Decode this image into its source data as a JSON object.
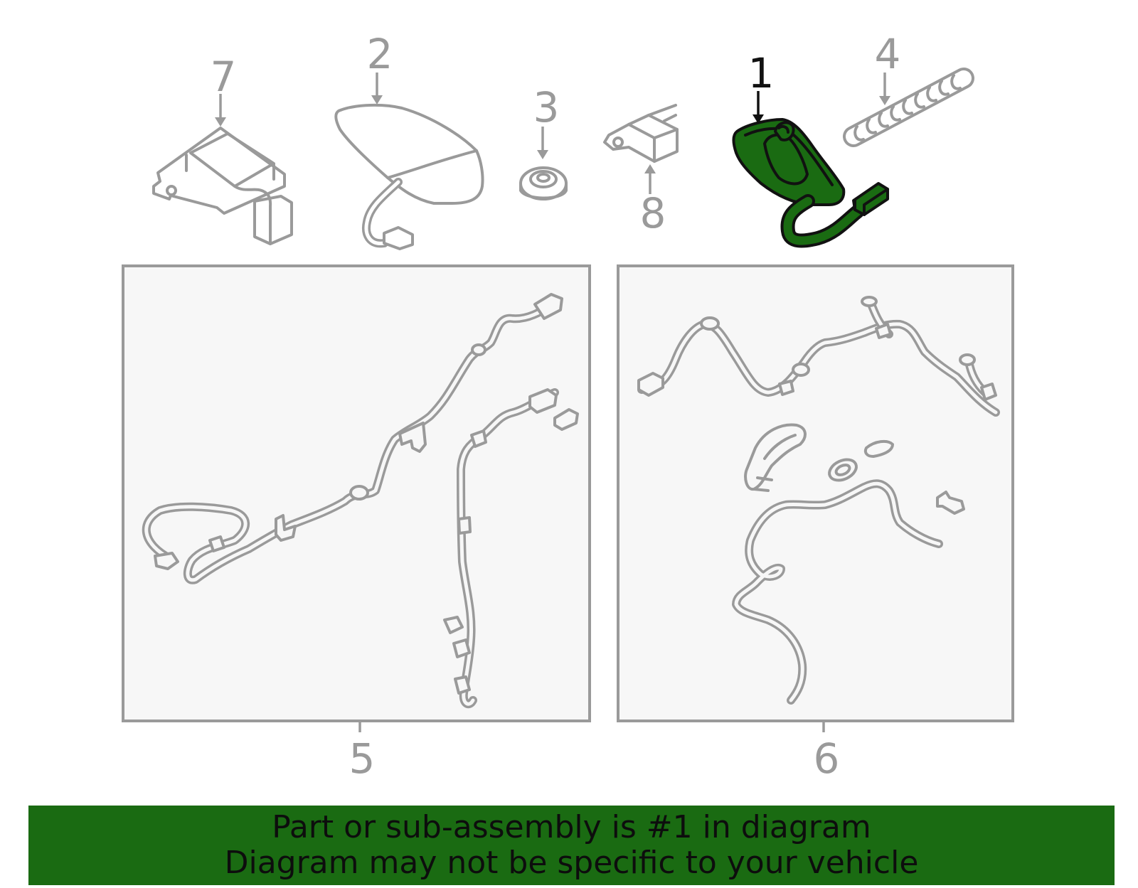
{
  "callouts": {
    "p1": "1",
    "p2": "2",
    "p3": "3",
    "p4": "4",
    "p5": "5",
    "p6": "6",
    "p7": "7",
    "p8": "8"
  },
  "highlighted_part": "1",
  "banner": {
    "line1": "Part or sub-assembly is #1 in diagram",
    "line2": "Diagram may not be specific to your vehicle"
  },
  "colors": {
    "highlight": "#1a6b12",
    "line_art": "#9a9a9a",
    "panel_bg": "#f7f7f7"
  }
}
